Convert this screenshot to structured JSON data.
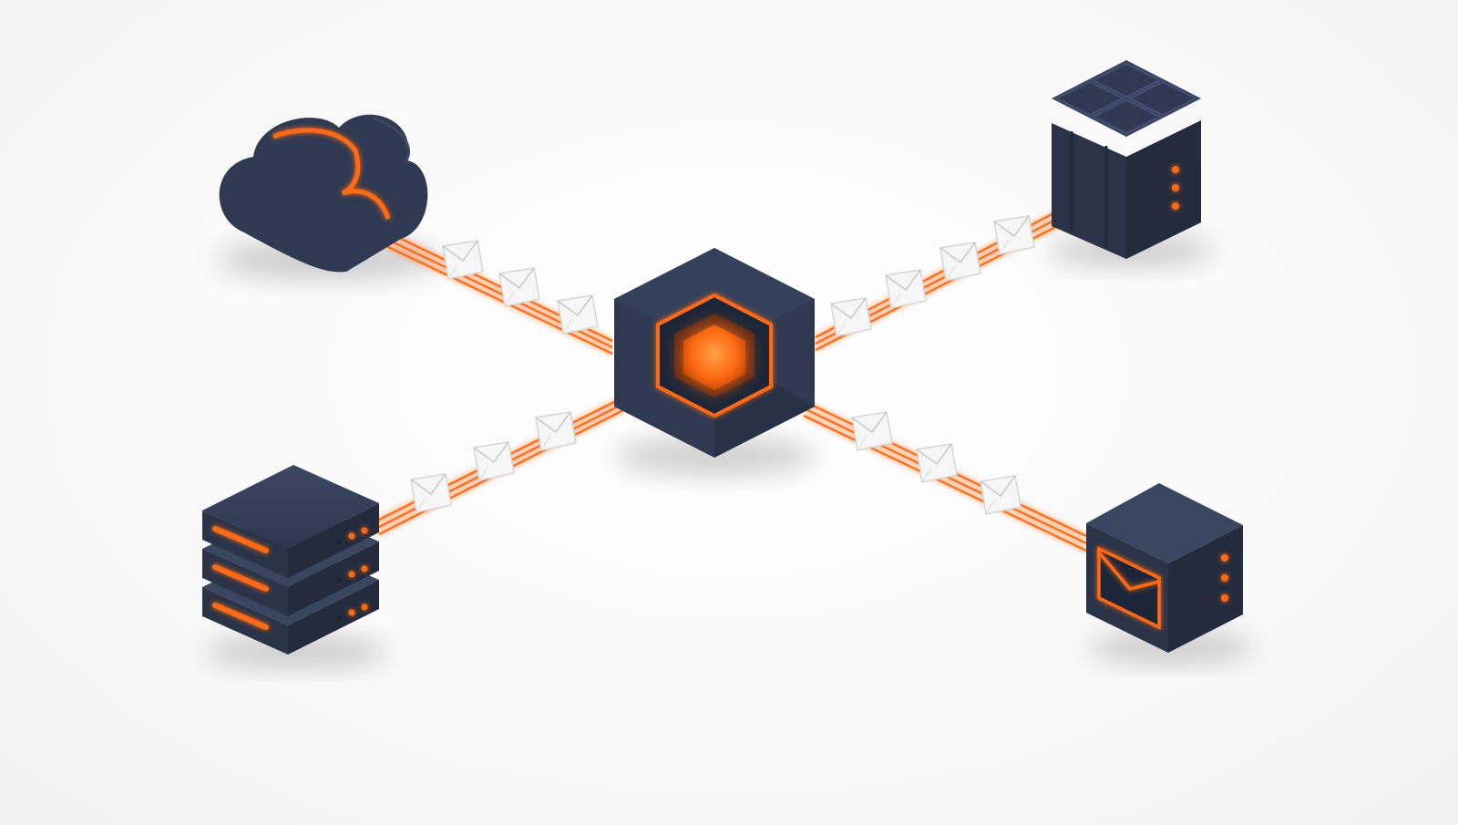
{
  "diagram": {
    "type": "message-broker-hub",
    "hub": {
      "name": "central-hub",
      "icon": "glowing-hexagon-core-icon"
    },
    "nodes": [
      {
        "id": "cloud",
        "icon": "cloud-icon"
      },
      {
        "id": "container",
        "icon": "container-grid-icon"
      },
      {
        "id": "server-stack",
        "icon": "server-stack-icon"
      },
      {
        "id": "mail-server",
        "icon": "mail-server-icon"
      }
    ],
    "connections": [
      {
        "from": "cloud",
        "to": "central-hub",
        "envelopes": 3
      },
      {
        "from": "container",
        "to": "central-hub",
        "envelopes": 4
      },
      {
        "from": "server-stack",
        "to": "central-hub",
        "envelopes": 3
      },
      {
        "from": "central-hub",
        "to": "mail-server",
        "envelopes": 3
      }
    ]
  },
  "colors": {
    "background": "#fafafa",
    "device_body": "#2f3a52",
    "device_dark": "#1f2738",
    "accent_glow": "#ff6a13",
    "envelope": "#f4f4f4"
  }
}
